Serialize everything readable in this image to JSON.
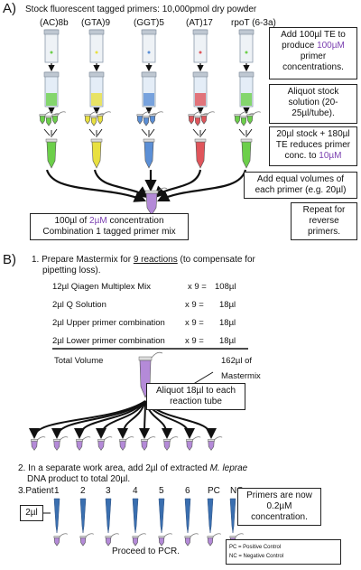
{
  "section_a": {
    "letter": "A)",
    "heading": "Stock fluorescent tagged primers: 10,000pmol dry powder",
    "primers": [
      "(AC)8b",
      "(GTA)9",
      "(GGT)5",
      "(AT)17",
      "rpoT (6-3a)"
    ],
    "tube_colors": [
      "#6ccf4a",
      "#e8e040",
      "#5b8fd6",
      "#e0555b",
      "#6ccf4a"
    ],
    "box1_pre": "Add 100µl TE to produce ",
    "box1_highlight": "100µM",
    "box1_post": " primer concentrations.",
    "box2": "Aliquot stock solution (20-25µl/tube).",
    "box3_pre": "20µl stock + 180µl TE reduces primer conc. to ",
    "box3_highlight": "10µM",
    "box4": "Add equal volumes of each primer (e.g. 20µl)",
    "box5": "Repeat for reverse primers.",
    "mix_pre": "100µl of ",
    "mix_highlight": "2µM",
    "mix_post": " concentration",
    "mix_line2": "Combination 1 tagged primer mix"
  },
  "section_b": {
    "letter": "B)",
    "step1_pre": "1. Prepare Mastermix for ",
    "step1_underlined": "9 reactions",
    "step1_post": " (to compensate for",
    "step1_line2": "pipetting loss).",
    "rows": [
      {
        "item": "12µl Qiagen     Multiplex Mix",
        "calc": "x 9 =",
        "result": "108µl"
      },
      {
        "item": "2µl Q Solution",
        "calc": "x 9 =",
        "result": "18µl"
      },
      {
        "item": "2µl Upper primer combination",
        "calc": "x 9 =",
        "result": "18µl"
      },
      {
        "item": "2µl Lower primer combination",
        "calc": "x 9 =",
        "result": "18µl"
      }
    ],
    "total_label": "Total Volume",
    "total_value": "162µl of",
    "total_value_line2": "Mastermix",
    "aliquot_box": "Aliquot 18µl to each reaction tube",
    "step2_pre": "2. In a separate work area, add 2µl of extracted ",
    "step2_italic": "M. leprae",
    "step2_line2": "DNA product to total 20µl.",
    "step3_label": "3.Patient",
    "patients": [
      "1",
      "2",
      "3",
      "4",
      "5",
      "6",
      "PC",
      "NC"
    ],
    "volume_label": "2µl",
    "primers_box": "Primers are now 0.2µM concentration.",
    "proceed": "Proceed to PCR.",
    "legend_pc": "PC = Positive Control",
    "legend_nc": "NC = Negative Control",
    "mastermix_color": "#b48ad8",
    "pipette_color": "#3a6fb0"
  }
}
